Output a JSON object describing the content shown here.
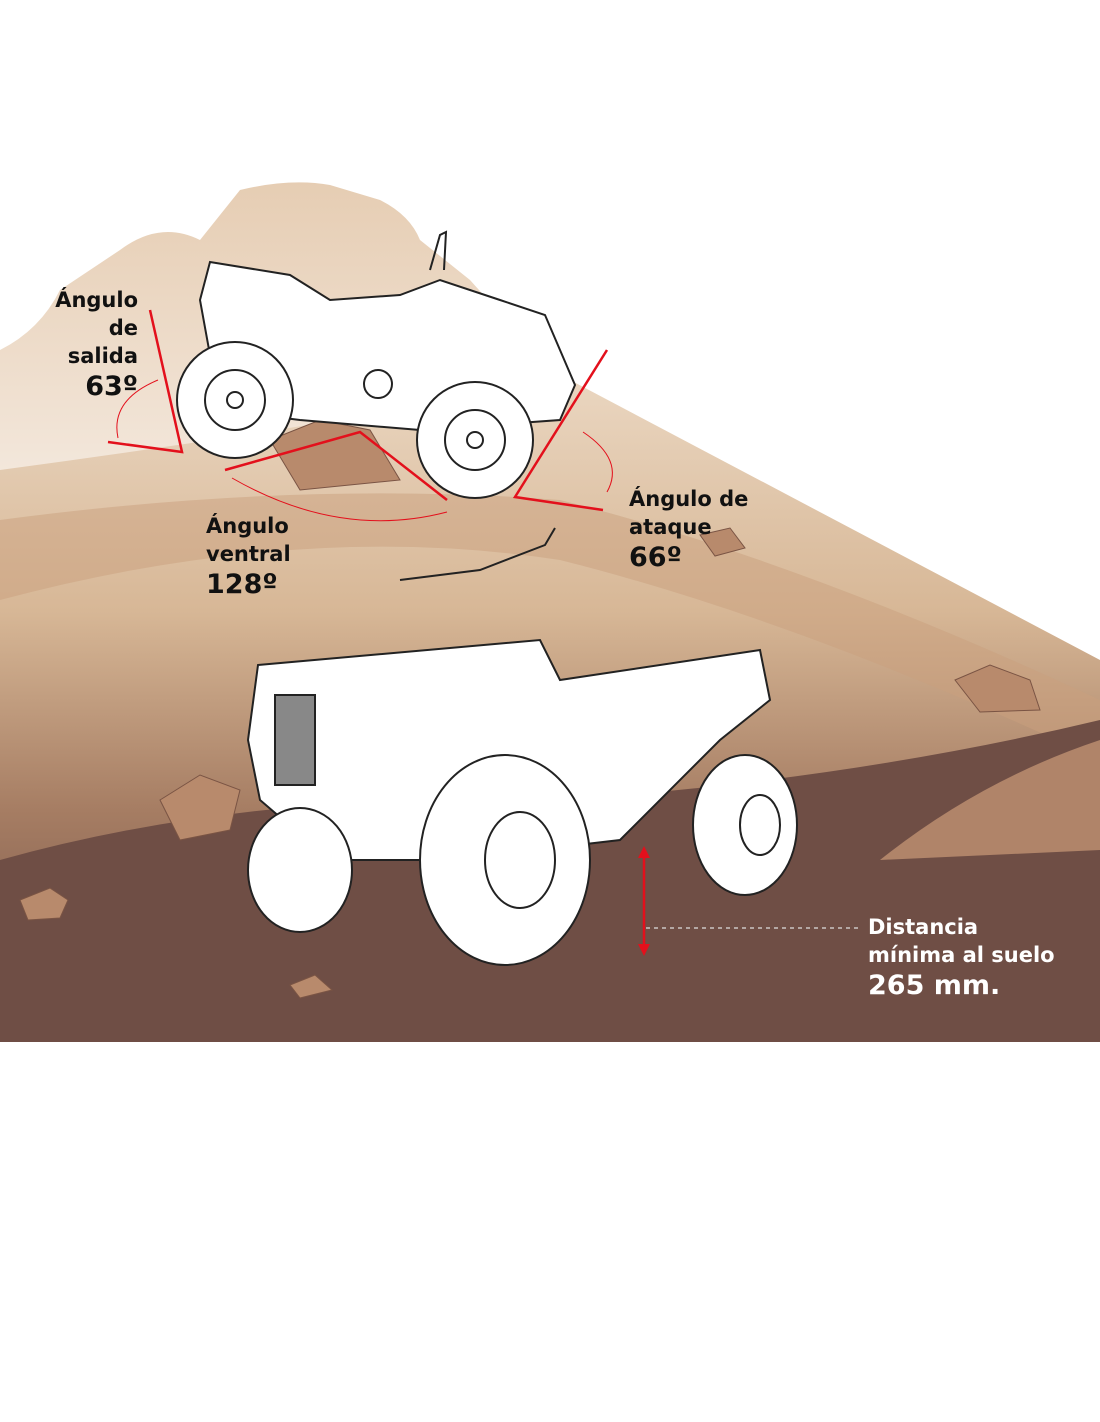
{
  "labels": {
    "departure": {
      "line1": "Ángulo de",
      "line2": "salida",
      "value": "63º"
    },
    "ventral": {
      "line1": "Ángulo",
      "line2": "ventral",
      "value": "128º"
    },
    "attack": {
      "line1": "Ángulo de",
      "line2": "ataque",
      "value": "66º"
    },
    "clearance": {
      "line1": "Distancia",
      "line2": "mínima al suelo",
      "value": "265 mm."
    }
  },
  "colors": {
    "accent": "#e3101c",
    "ground_dark": "#6f4e45",
    "ground_light": "#e6cfb6",
    "sky": "#ffffff"
  }
}
